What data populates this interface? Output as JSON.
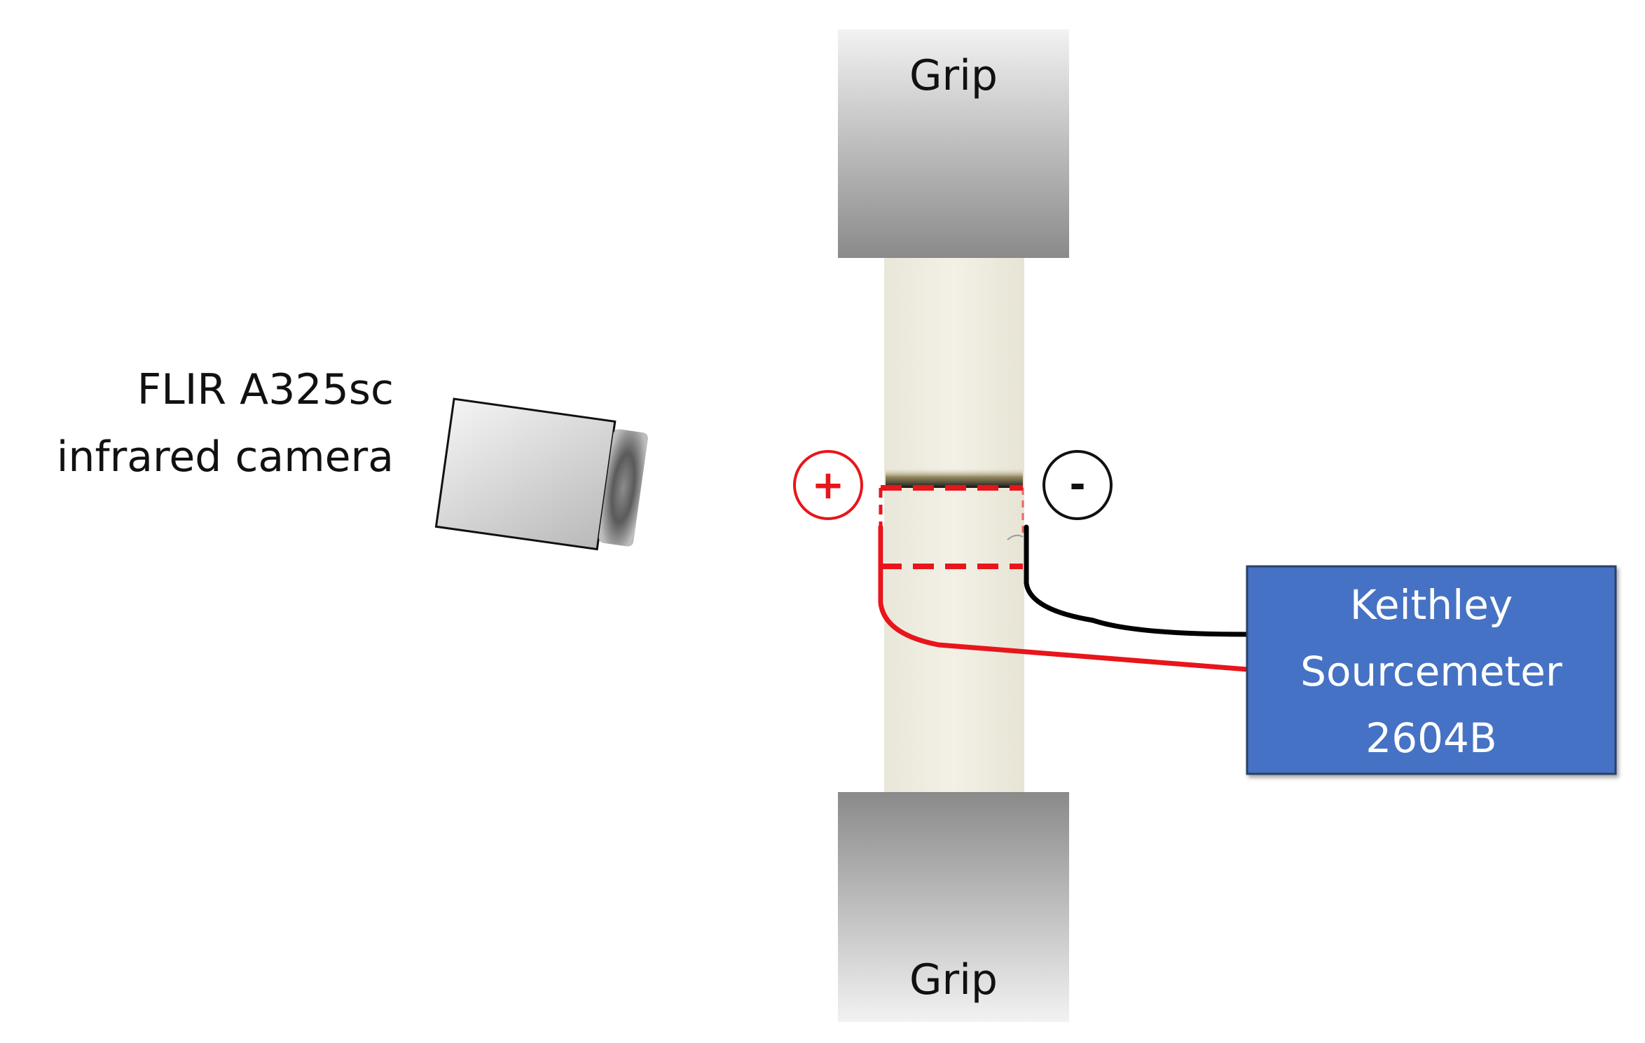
{
  "grips": {
    "top_label": "Grip",
    "bottom_label": "Grip"
  },
  "camera": {
    "line1": "FLIR A325sc",
    "line2": "infrared camera"
  },
  "terminals": {
    "positive": "+",
    "negative": "-",
    "positive_color": "#e8151b",
    "negative_color": "#111111"
  },
  "sourcemeter": {
    "line1": "Keithley",
    "line2": "Sourcemeter",
    "line3": "2604B",
    "color": "#4472c4"
  },
  "wires": {
    "positive_color": "#e8151b",
    "negative_color": "#000000"
  },
  "region_outline_color": "#e8151b"
}
